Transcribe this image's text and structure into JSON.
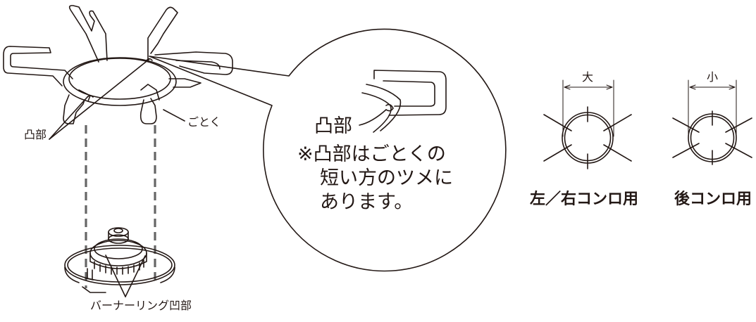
{
  "colors": {
    "line": "#231815",
    "dashed": "#666666",
    "background": "#ffffff"
  },
  "labels": {
    "totsubu_left": "凸部",
    "gotoku": "ごとく",
    "burner_ring": "バーナーリング凹部",
    "totsubu_zoom": "凸部",
    "note": [
      "※凸部はごとくの",
      "短い方のツメに",
      "あります。"
    ]
  },
  "burner_types": [
    {
      "size_label": "大",
      "caption": "左／右コンロ用"
    },
    {
      "size_label": "小",
      "caption": "後コンロ用"
    }
  ]
}
